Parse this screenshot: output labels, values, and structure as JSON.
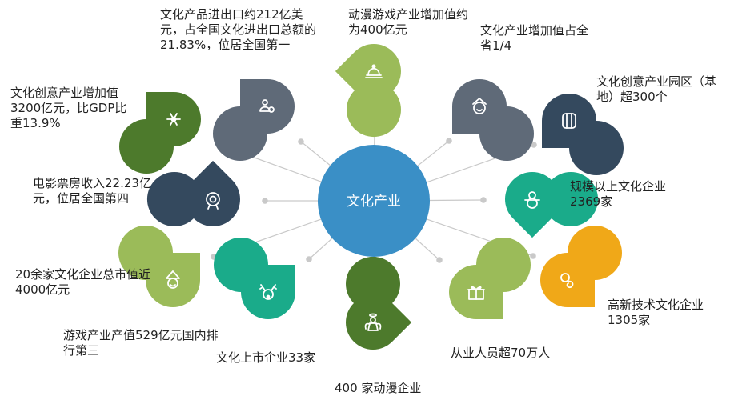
{
  "center": {
    "label": "文化产业",
    "color": "#3a8fc6"
  },
  "connector_color": "#c9c9c9",
  "items": [
    {
      "id": "creative-value",
      "text": "文化创意产业增加值3200亿元，比GDP比重13.9%",
      "color": "#4d7a2c",
      "icon": "snowflake-icon"
    },
    {
      "id": "trade",
      "text": "文化产品进出口约212亿美元，占全国文化进出口总额的21.83%，位居全国第一",
      "color": "#5f6a78",
      "icon": "people-icon"
    },
    {
      "id": "animation-games-value",
      "text": "动漫游戏产业增加值约为400亿元",
      "color": "#9bbb59",
      "icon": "bell-icon"
    },
    {
      "id": "province-share",
      "text": "文化产业增加值占全省1/4",
      "color": "#5f6a78",
      "icon": "face-icon"
    },
    {
      "id": "parks",
      "text": "文化创意产业园区（基地）超300个",
      "color": "#34495e",
      "icon": "barrel-icon"
    },
    {
      "id": "enterprises",
      "text": "规模以上文化企业2369家",
      "color": "#1aab8a",
      "icon": "snowman-icon"
    },
    {
      "id": "hitech",
      "text": "高新技术文化企业1305家",
      "color": "#f0a818",
      "icon": "pacifier-icon"
    },
    {
      "id": "employees",
      "text": "从业人员超70万人",
      "color": "#9bbb59",
      "icon": "gift-icon"
    },
    {
      "id": "animation-companies",
      "text": "400 家动漫企业",
      "color": "#4d7a2c",
      "icon": "angel-icon"
    },
    {
      "id": "listed",
      "text": "文化上市企业33家",
      "color": "#1aab8a",
      "icon": "reindeer-icon"
    },
    {
      "id": "games-output",
      "text": "游戏产业产值529亿元国内排行第三",
      "color": "#9bbb59",
      "icon": "elf-icon"
    },
    {
      "id": "top-companies",
      "text": "20余家文化企业总市值近4000亿元",
      "color": "#9bbb59",
      "icon": "elf-icon"
    },
    {
      "id": "box-office",
      "text": "电影票房收入22.23亿元，位居全国第四",
      "color": "#34495e",
      "icon": "ornament-icon"
    }
  ]
}
